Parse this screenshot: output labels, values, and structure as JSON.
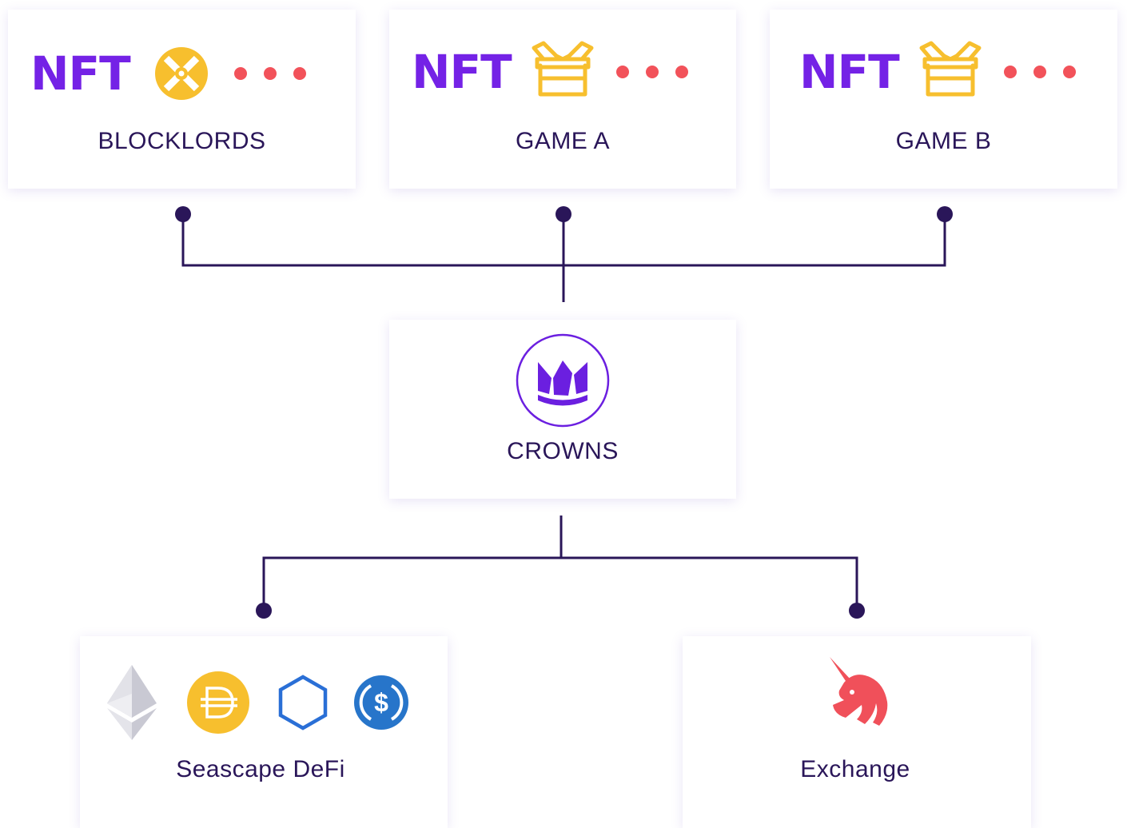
{
  "games": [
    {
      "nft_label": "NFT",
      "name": "BLOCKLORDS",
      "icon": "blocklords-x-icon"
    },
    {
      "nft_label": "NFT",
      "name": "GAME A",
      "icon": "box-icon"
    },
    {
      "nft_label": "NFT",
      "name": "GAME B",
      "icon": "box-icon"
    }
  ],
  "center": {
    "name": "CROWNS",
    "icon": "crown-icon"
  },
  "bottom": [
    {
      "name": "Seascape DeFi",
      "icons": [
        "ethereum-icon",
        "dai-icon",
        "chainlink-hexagon-icon",
        "usdc-icon"
      ]
    },
    {
      "name": "Exchange",
      "icons": [
        "uniswap-unicorn-icon"
      ]
    }
  ],
  "colors": {
    "nft": "#7422e6",
    "text": "#2a1659",
    "dots": "#f2525a",
    "gold": "#f7bf2e",
    "connector": "#2a1659",
    "crown": "#6b1fe0",
    "link_blue": "#2a6fd6",
    "usdc": "#2775ca",
    "uniswap": "#f0505a"
  }
}
